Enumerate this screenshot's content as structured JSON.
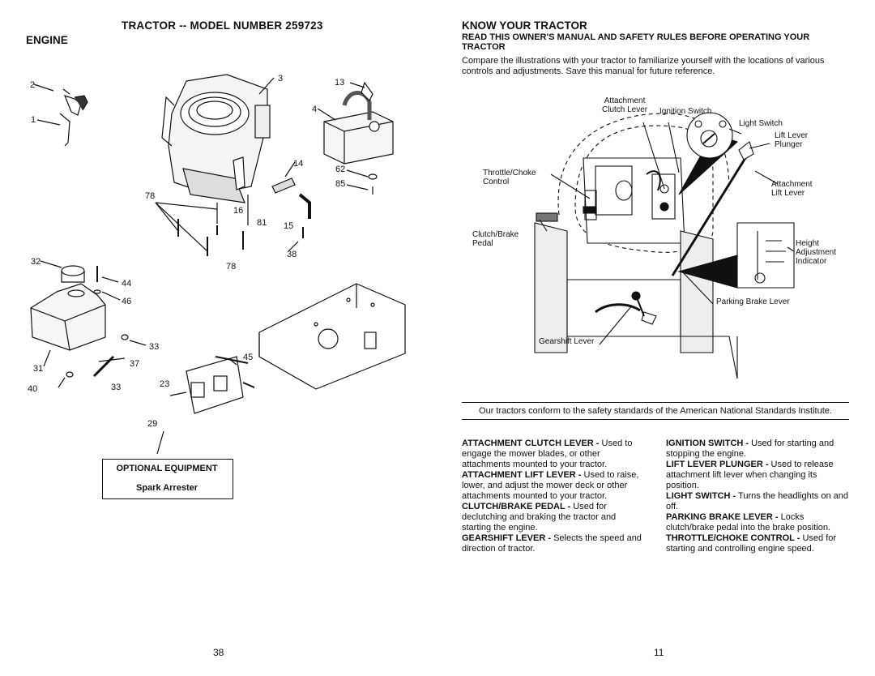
{
  "left_page": {
    "title": "TRACTOR -- MODEL NUMBER 259723",
    "section": "ENGINE",
    "part_numbers": [
      "2",
      "1",
      "3",
      "13",
      "4",
      "14",
      "62",
      "85",
      "78",
      "16",
      "81",
      "15",
      "38",
      "78",
      "32",
      "44",
      "46",
      "33",
      "31",
      "37",
      "40",
      "33",
      "45",
      "23",
      "29"
    ],
    "optional_equipment": {
      "title": "OPTIONAL EQUIPMENT",
      "item": "Spark Arrester"
    },
    "page_number": "38"
  },
  "right_page": {
    "title": "KNOW YOUR TRACTOR",
    "subtitle": "READ THIS OWNER'S MANUAL AND SAFETY RULES BEFORE OPERATING YOUR TRACTOR",
    "intro": "Compare the illustrations with your tractor to familiarize yourself with the locations of various controls and adjustments.  Save this manual for future reference.",
    "diagram_labels": {
      "attachment_clutch_lever": "Attachment\nClutch Lever",
      "ignition_switch": "Ignition Switch",
      "light_switch": "Light Switch",
      "lift_lever_plunger": "Lift Lever\nPlunger",
      "throttle_choke_control": "Throttle/Choke\nControl",
      "attachment_lift_lever": "Attachment\nLift Lever",
      "clutch_brake_pedal": "Clutch/Brake\nPedal",
      "height_adjustment_indicator": "Height\nAdjustment\nIndicator",
      "parking_brake_lever": "Parking Brake Lever",
      "gearshift_lever": "Gearshift Lever"
    },
    "standards_note": "Our tractors conform to the safety standards of the American National Standards Institute.",
    "descriptions_left": [
      {
        "term": "ATTACHMENT CLUTCH LEVER -",
        "text": " Used to engage the mower blades, or other attachments mounted to your tractor."
      },
      {
        "term": "ATTACHMENT LIFT LEVER -",
        "text": " Used to raise, lower, and adjust the mower deck or other attachments mounted to your tractor."
      },
      {
        "term": "CLUTCH/BRAKE PEDAL -",
        "text": " Used for declutching and braking the tractor and starting the engine."
      },
      {
        "term": "GEARSHIFT LEVER -",
        "text": " Selects the speed and direction of tractor."
      }
    ],
    "descriptions_right": [
      {
        "term": "IGNITION SWITCH -",
        "text": " Used for starting and stopping the engine."
      },
      {
        "term": "LIFT LEVER PLUNGER -",
        "text": " Used to release attachment lift lever when changing its position."
      },
      {
        "term": "LIGHT SWITCH -",
        "text": " Turns the headlights on and off."
      },
      {
        "term": "PARKING BRAKE LEVER -",
        "text": " Locks clutch/brake pedal into the brake position."
      },
      {
        "term": "THROTTLE/CHOKE CONTROL -",
        "text": " Used for starting and controlling engine speed."
      }
    ],
    "page_number": "11"
  }
}
